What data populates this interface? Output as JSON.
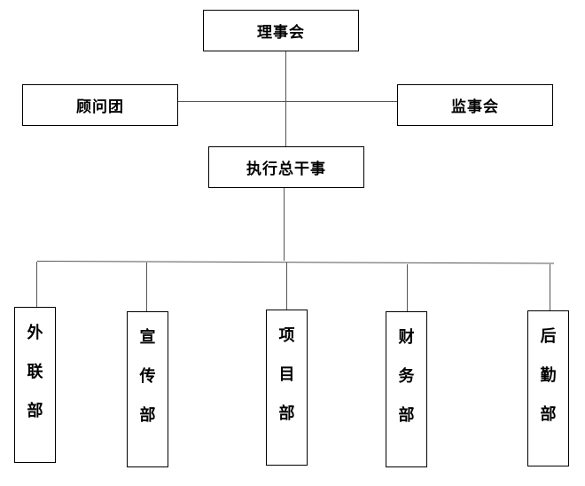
{
  "diagram": {
    "board": "理事会",
    "advisors": "顾问团",
    "supervisors": "监事会",
    "executive": "执行总干事",
    "departments": [
      [
        "外",
        "联",
        "部"
      ],
      [
        "宣",
        "传",
        "部"
      ],
      [
        "项",
        "目",
        "部"
      ],
      [
        "财",
        "务",
        "部"
      ],
      [
        "后",
        "勤",
        "部"
      ]
    ]
  }
}
